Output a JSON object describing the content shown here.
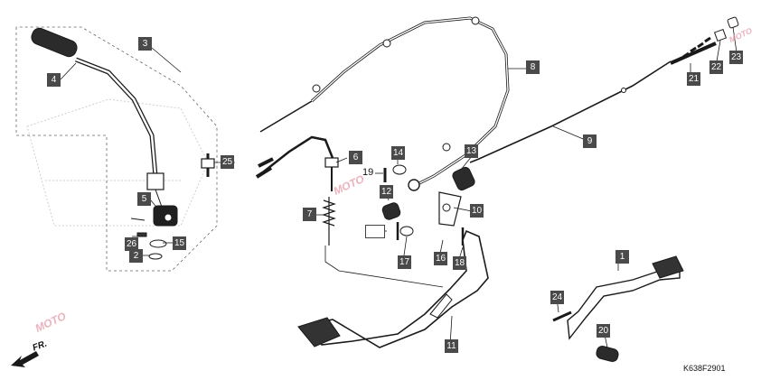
{
  "diagram": {
    "drawing_code": "K638F2901",
    "front_label": "FR.",
    "watermark_text": "MOTO",
    "colors": {
      "callout_fill": "#4a4a4a",
      "callout_text": "#ffffff",
      "line": "#1a1a1a",
      "watermark": "#e9a0ac"
    },
    "callouts": {
      "c1": "1",
      "c2": "2",
      "c3": "3",
      "c4": "4",
      "c5": "5",
      "c6": "6",
      "c7": "7",
      "c8": "8",
      "c9": "9",
      "c10": "10",
      "c11": "11",
      "c12": "12",
      "c13": "13",
      "c14": "14",
      "c15": "15",
      "c16": "16",
      "c17": "17",
      "c18": "18",
      "c19": "19",
      "c20": "20",
      "c21": "21",
      "c22": "22",
      "c23": "23",
      "c24": "24",
      "c25": "25",
      "c26": "26",
      "blank": ""
    }
  }
}
